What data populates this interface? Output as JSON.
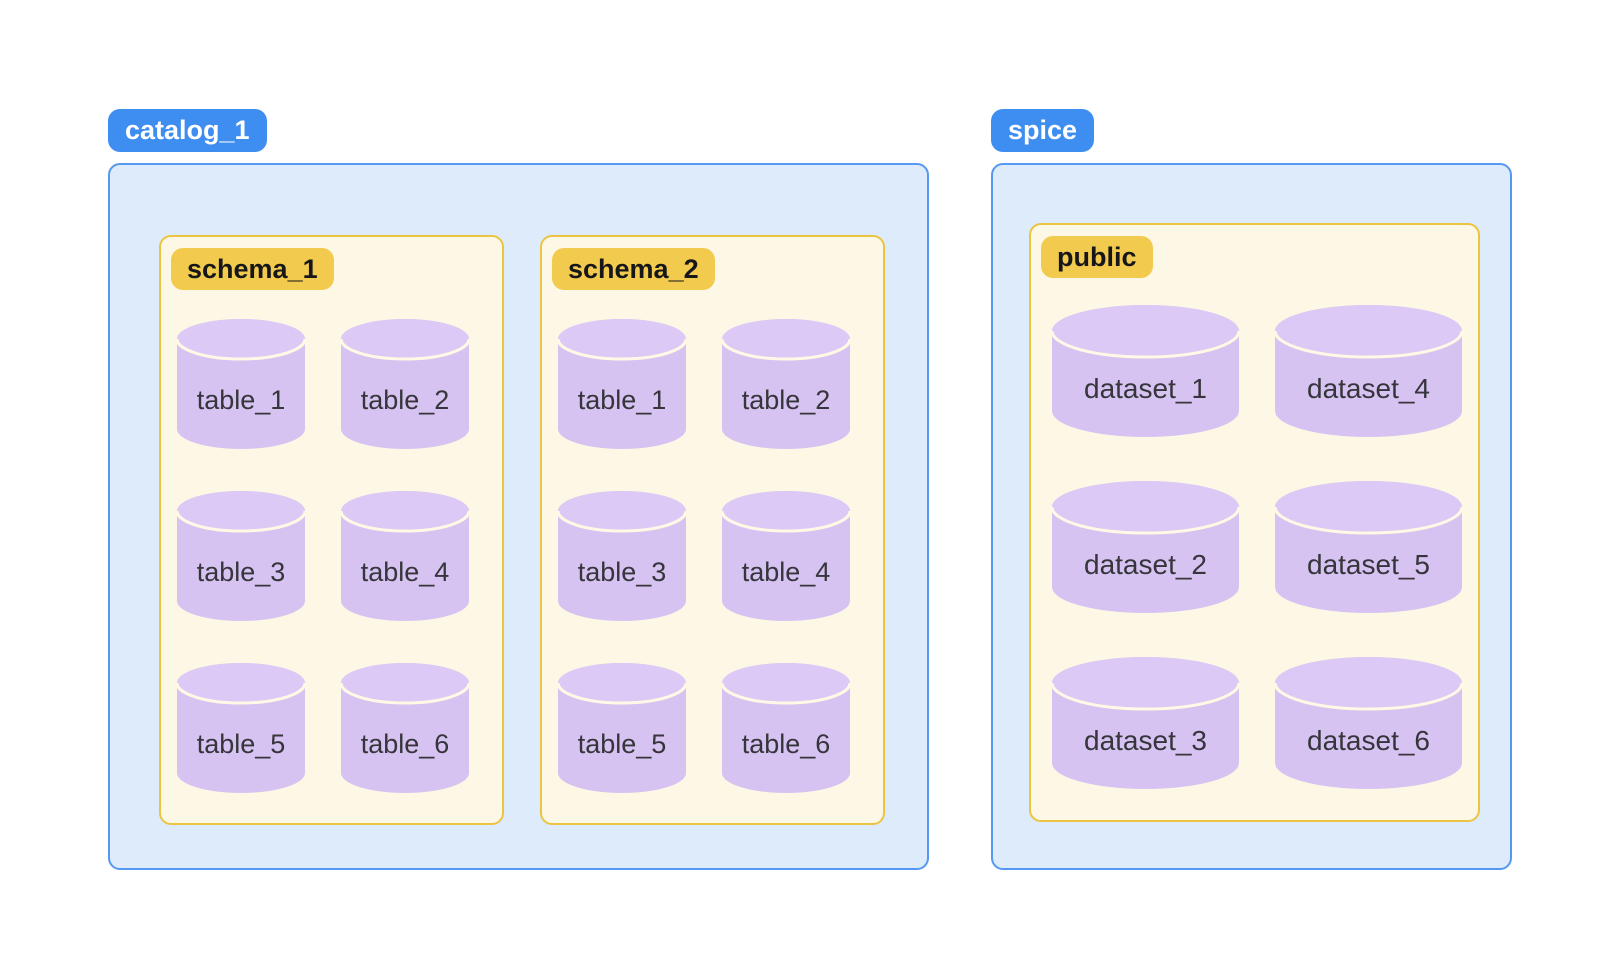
{
  "colors": {
    "blue_label_bg": "#3E8DF0",
    "blue_label_text": "#FFFFFF",
    "blue_container_bg": "#DEEBFA",
    "blue_container_border": "#5598F1",
    "cream_box_bg": "#FDF8E5",
    "gold_box_border": "#EBC442",
    "gold_label_bg": "#F2CB4E",
    "gold_label_text": "#17171A",
    "cylinder_body": "#D7C3F1",
    "cylinder_top": "#DCC9F5",
    "cylinder_divider": "#FFF9E6",
    "cylinder_text": "#35353B",
    "page_bg": "#FFFFFF"
  },
  "catalogs": [
    {
      "label": "catalog_1",
      "schemas": [
        {
          "label": "schema_1",
          "items": [
            "table_1",
            "table_2",
            "table_3",
            "table_4",
            "table_5",
            "table_6"
          ]
        },
        {
          "label": "schema_2",
          "items": [
            "table_1",
            "table_2",
            "table_3",
            "table_4",
            "table_5",
            "table_6"
          ]
        }
      ]
    },
    {
      "label": "spice",
      "schemas": [
        {
          "label": "public",
          "items": [
            "dataset_1",
            "dataset_4",
            "dataset_2",
            "dataset_5",
            "dataset_3",
            "dataset_6"
          ]
        }
      ]
    }
  ]
}
